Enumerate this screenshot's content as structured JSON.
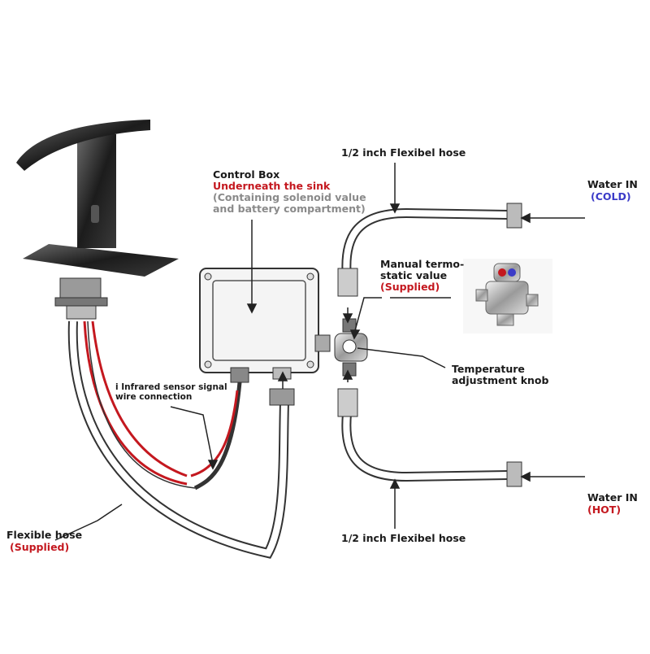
{
  "labels": {
    "control_box_title": "Control Box",
    "control_box_sub": "Underneath the sink",
    "control_box_desc1": "(Containing solenoid value",
    "control_box_desc2": "and battery compartment)",
    "hose_top": "1/2 inch Flexibel hose",
    "hose_bottom": "1/2 inch Flexibel hose",
    "water_in_cold": "Water IN",
    "cold": "(COLD)",
    "water_in_hot": "Water IN",
    "hot": "(HOT)",
    "valve_line1": "Manual termo-",
    "valve_line2": "static value",
    "valve_supplied": "(Supplied)",
    "temp_knob_line1": "Temperature",
    "temp_knob_line2": "adjustment knob",
    "sensor_line1": "i Infrared sensor signal",
    "sensor_line2": "wire connection",
    "flex_hose": "Flexible hose",
    "flex_supplied": "(Supplied)"
  },
  "colors": {
    "text": "#1a1a1a",
    "accent_red": "#c4181f",
    "accent_blue": "#3b3bc8",
    "muted": "#8a8a8a",
    "faucet": "#2a2a2a"
  }
}
